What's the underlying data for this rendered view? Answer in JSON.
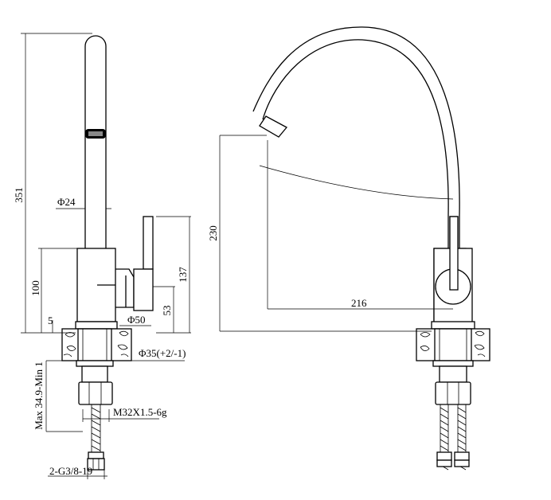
{
  "labels": {
    "height_351": "351",
    "dia_24": "Φ24",
    "height_100": "100",
    "dim_5": "5",
    "dia_50": "Φ50",
    "height_137": "137",
    "dim_53": "53",
    "dia_35": "Φ35(+2/-1)",
    "counter_thickness": "Max 34.9-Min 1",
    "thread_m32": "M32X1.5-6g",
    "hose_thread": "2-G3/8-19",
    "height_230": "230",
    "reach_216": "216"
  }
}
